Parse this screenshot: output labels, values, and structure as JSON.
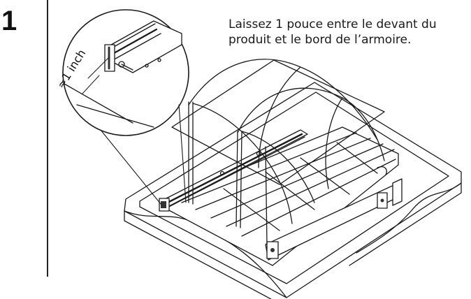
{
  "step": {
    "number": "1",
    "instruction": "Laissez 1 pouce entre le devant du\nproduit et le bord de l’armoire.",
    "callout_measure": "≈1 inch"
  },
  "colors": {
    "line": "#1a1a1a",
    "background": "#ffffff",
    "rail_dark": "#333333"
  },
  "icons": {
    "illustration": "pull-out-wire-basket-in-cabinet",
    "magnifier": "detail-callout-circle"
  }
}
